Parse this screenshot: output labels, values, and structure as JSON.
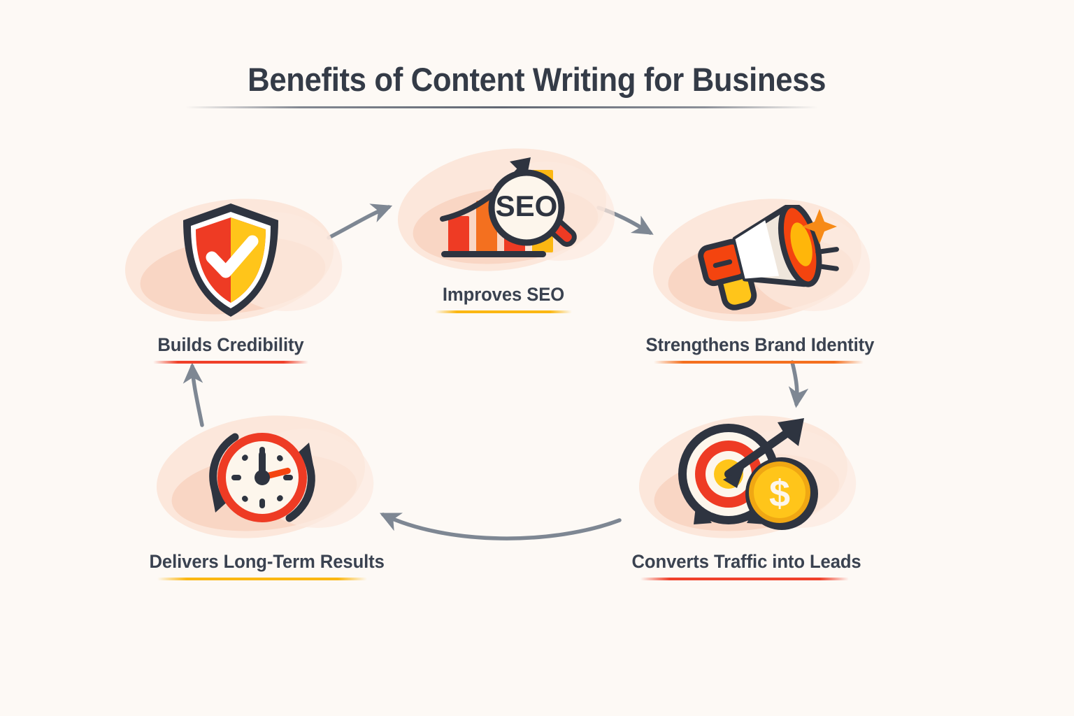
{
  "page": {
    "title": "Benefits of Content Writing for Business",
    "background_color": "#FDF9F5",
    "title_color": "#343B47",
    "label_color": "#3A4250"
  },
  "palette": {
    "red": "#EE3B24",
    "orange": "#F4701F",
    "amber": "#FBB712",
    "yellow": "#FFC51A",
    "dark": "#2E3440",
    "cream": "#FDF6EC",
    "blob_peach": "#FBE0D2",
    "blob_peach_deep": "#F8CDB8",
    "arrow_gray": "#7E8793"
  },
  "diagram": {
    "type": "cycle",
    "direction": "clockwise",
    "nodes": [
      {
        "id": "builds-credibility",
        "label": "Builds Credibility",
        "icon": "shield-check-icon",
        "underline_color": "#F0402A",
        "order": 1
      },
      {
        "id": "improves-seo",
        "label": "Improves SEO",
        "icon": "seo-bar-chart-magnifier-icon",
        "icon_text": "SEO",
        "underline_color": "#FBB712",
        "order": 2
      },
      {
        "id": "strengthens-brand-identity",
        "label": "Strengthens Brand Identity",
        "icon": "megaphone-icon",
        "underline_color": "#F4701F",
        "order": 3
      },
      {
        "id": "converts-traffic-into-leads",
        "label": "Converts Traffic into Leads",
        "icon": "target-arrow-coin-icon",
        "icon_text": "$",
        "underline_color": "#F0402A",
        "order": 4
      },
      {
        "id": "delivers-long-term-results",
        "label": "Delivers Long-Term Results",
        "icon": "clock-cycle-icon",
        "underline_color": "#FBB712",
        "order": 5
      }
    ],
    "connectors": [
      {
        "id": "arrow-credibility-to-seo",
        "from": "builds-credibility",
        "to": "improves-seo",
        "shape": "curve-up-right"
      },
      {
        "id": "arrow-seo-to-brand",
        "from": "improves-seo",
        "to": "strengthens-brand-identity",
        "shape": "curve-down-right"
      },
      {
        "id": "arrow-brand-to-leads",
        "from": "strengthens-brand-identity",
        "to": "converts-traffic-into-leads",
        "shape": "curve-down"
      },
      {
        "id": "arrow-leads-to-longterm",
        "from": "converts-traffic-into-leads",
        "to": "delivers-long-term-results",
        "shape": "curve-left"
      },
      {
        "id": "arrow-longterm-to-credibility",
        "from": "delivers-long-term-results",
        "to": "builds-credibility",
        "shape": "curve-up"
      }
    ]
  }
}
